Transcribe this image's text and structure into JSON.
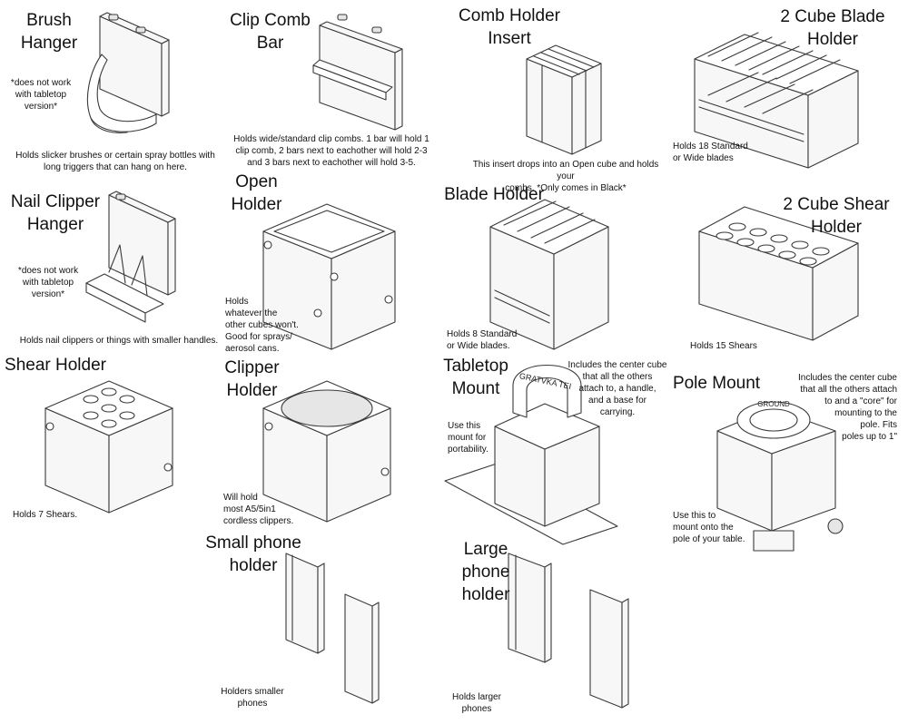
{
  "items": [
    {
      "id": "brush-hanger",
      "title": "Brush\nHanger",
      "notes": [
        "*does not work\nwith tabletop\nversion*",
        "Holds slicker brushes or certain spray bottles with\nlong triggers that can hang on here."
      ]
    },
    {
      "id": "clip-comb-bar",
      "title": "Clip Comb\nBar",
      "notes": [
        "Holds wide/standard clip combs. 1 bar will hold 1\nclip comb, 2 bars next to eachother will hold 2-3\nand 3 bars next to eachother will hold 3-5."
      ]
    },
    {
      "id": "comb-holder-insert",
      "title": "Comb Holder\nInsert",
      "notes": [
        "This insert drops into an Open cube and holds your\ncombs. *Only comes in Black*"
      ]
    },
    {
      "id": "2-cube-blade-holder",
      "title": "2 Cube Blade\nHolder",
      "notes": [
        "Holds 18 Standard\nor Wide blades"
      ]
    },
    {
      "id": "nail-clipper-hanger",
      "title": "Nail Clipper\nHanger",
      "notes": [
        "*does not work\nwith tabletop\nversion*",
        "Holds nail clippers or things with smaller handles."
      ]
    },
    {
      "id": "open-holder",
      "title": "Open\nHolder",
      "notes": [
        "Holds\nwhatever the\nother cubes won't.\nGood for sprays/\naerosol cans."
      ]
    },
    {
      "id": "blade-holder",
      "title": "Blade Holder",
      "notes": [
        "Holds 8 Standard\nor Wide blades."
      ]
    },
    {
      "id": "2-cube-shear-holder",
      "title": "2 Cube Shear\nHolder",
      "notes": [
        "Holds 15 Shears"
      ]
    },
    {
      "id": "shear-holder",
      "title": "Shear Holder",
      "notes": [
        "Holds 7 Shears."
      ]
    },
    {
      "id": "clipper-holder",
      "title": "Clipper\nHolder",
      "notes": [
        "Will hold\nmost A5/5in1\ncordless clippers."
      ]
    },
    {
      "id": "tabletop-mount",
      "title": "Tabletop\nMount",
      "notes": [
        "Use this\nmount for\nportability.",
        "Includes the center cube\nthat all the others\nattach to, a handle,\nand a base for\ncarrying."
      ],
      "engraving": "GRATVKA TEI"
    },
    {
      "id": "pole-mount",
      "title": "Pole Mount",
      "notes": [
        "Includes the center cube\nthat all the others attach\nto and a \"core\" for\nmounting to the\npole. Fits\npoles up to 1\"",
        "Use this to\nmount onto the\npole of your table."
      ],
      "engraving": "GROUND"
    },
    {
      "id": "small-phone-holder",
      "title": "Small phone\nholder",
      "notes": [
        "Holders smaller\nphones"
      ]
    },
    {
      "id": "large-phone-holder",
      "title": "Large phone\nholder",
      "notes": [
        "Holds larger\nphones"
      ]
    }
  ]
}
